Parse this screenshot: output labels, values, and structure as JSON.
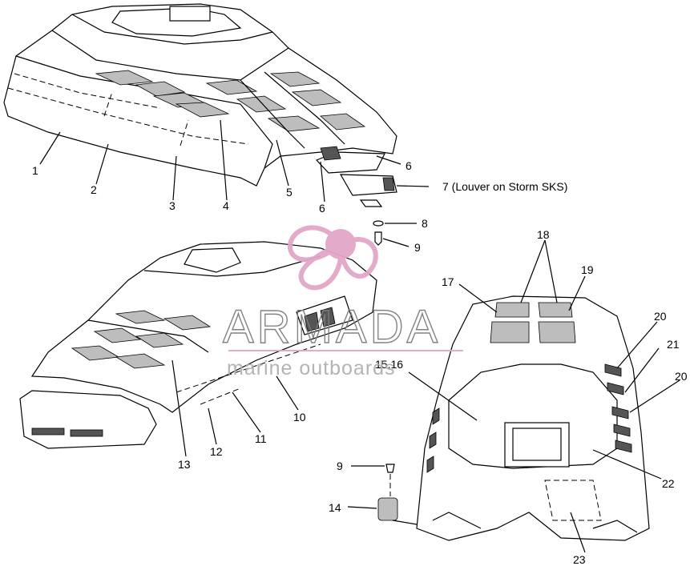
{
  "callouts": {
    "c1": "1",
    "c2": "2",
    "c3": "3",
    "c4": "4",
    "c5": "5",
    "c6a": "6",
    "c6b": "6",
    "c7": "7  (Louver on Storm SKS)",
    "c8": "8",
    "c9a": "9",
    "c9b": "9",
    "c10": "10",
    "c11": "11",
    "c12": "12",
    "c13": "13",
    "c14": "14",
    "c15_16": "15,16",
    "c17": "17",
    "c18": "18",
    "c19": "19",
    "c20a": "20",
    "c20b": "20",
    "c21": "21",
    "c22": "22",
    "c23": "23"
  },
  "watermark": {
    "brand": "ARMADA",
    "tagline": "marine outboards",
    "colors": {
      "logo": "#e2a6c8",
      "text": "#7d7d7d",
      "tagline": "#b0b0b0"
    }
  }
}
